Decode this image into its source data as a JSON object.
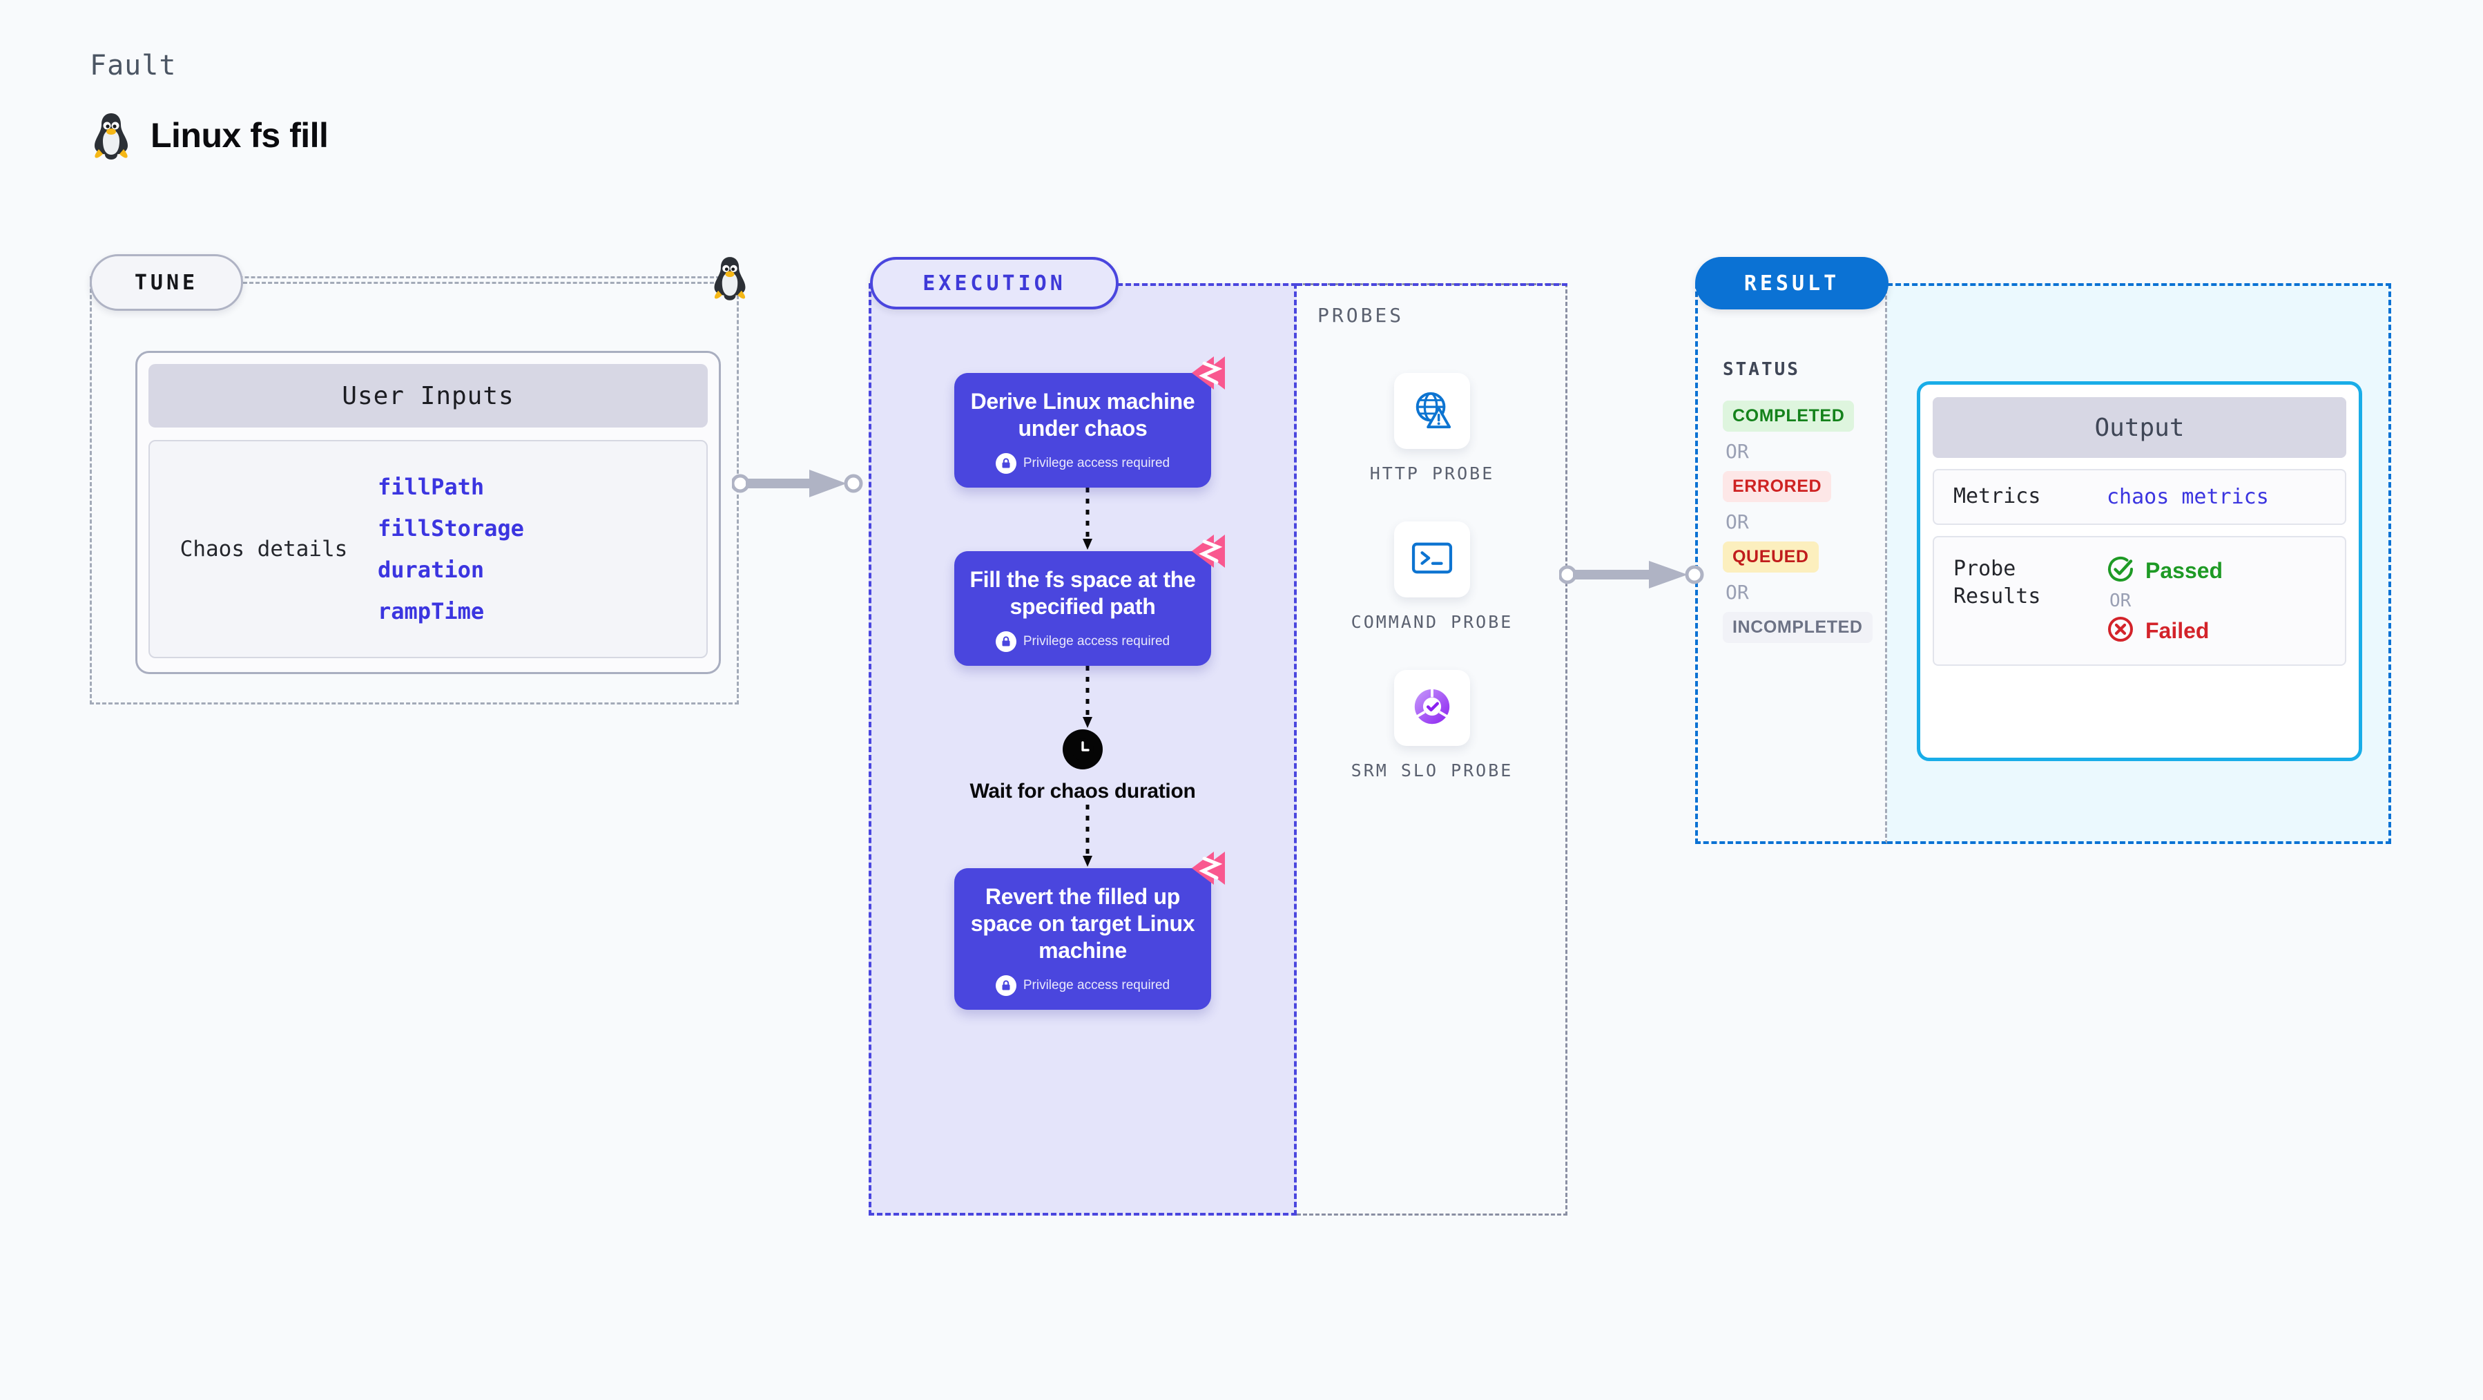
{
  "header": {
    "kicker": "Fault",
    "title": "Linux fs fill",
    "icon": "linux-tux-icon"
  },
  "colors": {
    "purple": "#4A46DE",
    "purple_zone_bg": "#E4E4FA",
    "blue": "#0B72D4",
    "cyan_border": "#19ADE8",
    "cyan_zone_bg": "#EBF9FE",
    "pink": "#F9588F",
    "green": "#1E9A25",
    "red": "#D3232A",
    "grey_dash": "#A3AAB8",
    "page_bg": "#F8FAFC"
  },
  "tune": {
    "pill_label": "TUNE",
    "card": {
      "header": "User Inputs",
      "row_label": "Chaos details",
      "values": [
        "fillPath",
        "fillStorage",
        "duration",
        "rampTime"
      ]
    }
  },
  "execution": {
    "pill_label": "EXECUTION",
    "privilege_note": "Privilege access required",
    "nodes": [
      {
        "title": "Derive Linux machine under chaos",
        "type": "task",
        "privilege": true,
        "fault_badge": true
      },
      {
        "title": "Fill the fs space at the specified path",
        "type": "task",
        "privilege": true,
        "fault_badge": true
      },
      {
        "title": "Wait for chaos duration",
        "type": "wait",
        "privilege": false,
        "fault_badge": false
      },
      {
        "title": "Revert the filled up space on target Linux machine",
        "type": "task",
        "privilege": true,
        "fault_badge": true
      }
    ]
  },
  "probes": {
    "section_label": "PROBES",
    "items": [
      {
        "label": "HTTP PROBE",
        "icon": "globe-warning-icon"
      },
      {
        "label": "COMMAND PROBE",
        "icon": "terminal-prompt-icon"
      },
      {
        "label": "SRM SLO PROBE",
        "icon": "slo-gauge-check-icon"
      }
    ]
  },
  "result": {
    "pill_label": "RESULT",
    "status_label": "STATUS",
    "or_label": "OR",
    "statuses": [
      {
        "label": "COMPLETED",
        "bg": "#DEF5DE",
        "fg": "#14821B"
      },
      {
        "label": "ERRORED",
        "bg": "#FDE7E7",
        "fg": "#CE2222"
      },
      {
        "label": "QUEUED",
        "bg": "#FCEFBE",
        "fg": "#C01C1C"
      },
      {
        "label": "INCOMPLETED",
        "bg": "#F1F2F7",
        "fg": "#6C7285"
      }
    ]
  },
  "output": {
    "header": "Output",
    "metrics_label": "Metrics",
    "metrics_value": "chaos metrics",
    "probe_results_label": "Probe Results",
    "or_label": "OR",
    "passed_label": "Passed",
    "failed_label": "Failed"
  }
}
